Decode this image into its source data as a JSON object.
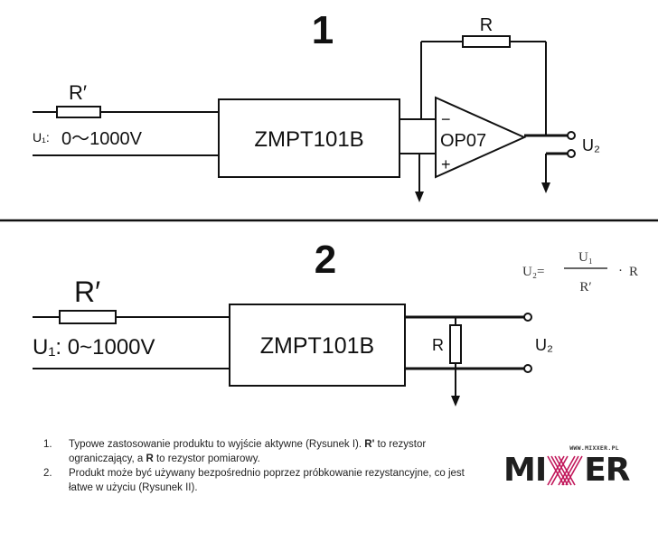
{
  "figure1": {
    "number": "1",
    "resistor_in": "R′",
    "resistor_fb": "R",
    "input_label": "U₁:",
    "input_range": "0～1000V",
    "module": "ZMPT101B",
    "opamp": "OP07",
    "minus": "−",
    "plus": "+",
    "output_label": "U₂"
  },
  "figure2": {
    "number": "2",
    "resistor_in": "R′",
    "input_label": "U₁: 0~1000V",
    "module": "ZMPT101B",
    "resistor_load": "R",
    "output_label": "U₂",
    "formula": {
      "lhs": "U₂=",
      "numerator": "U₁",
      "denominator": "R′",
      "dot": "·",
      "rhs": "R"
    }
  },
  "notes": [
    {
      "num": "1.",
      "before": "Typowe zastosowanie produktu to wyjście aktywne (Rysunek I). ",
      "b1": "R'",
      "mid": " to rezystor ograniczający, a ",
      "b2": "R",
      "after": " to rezystor pomiarowy."
    },
    {
      "num": "2.",
      "text": "Produkt może być używany bezpośrednio poprzez próbkowanie rezystancyjne, co jest łatwe w użyciu (Rysunek II)."
    }
  ],
  "logo": {
    "site": "WWW.MIXXER.PL",
    "left": "MI",
    "right": "ER",
    "colors": {
      "accent": "#c2185b",
      "dark": "#1f1f1f"
    }
  }
}
